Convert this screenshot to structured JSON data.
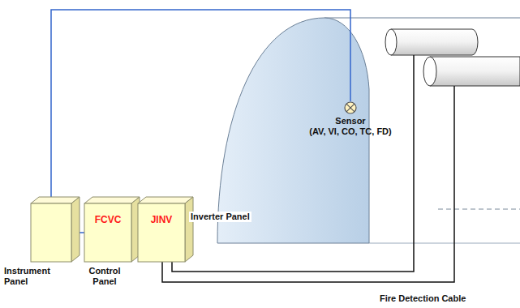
{
  "diagram": {
    "nodes": [
      {
        "text": [
          "Instrument Panel"
        ]
      },
      {
        "text": [
          "FCVC",
          "Control Panel"
        ]
      },
      {
        "text": [
          "JINV",
          "Inverter Panel"
        ]
      },
      {
        "text": [
          "Sensor",
          "(AV, VI, CO, TC, FD)"
        ]
      }
    ],
    "edges": [
      {
        "from": 0,
        "to": 1,
        "arrow": "none"
      },
      {
        "from": 1,
        "to": 2,
        "arrow": "none"
      },
      {
        "from": 0,
        "to": 3,
        "arrow": "none"
      }
    ],
    "labels": [
      "Fire Detection Cable"
    ]
  }
}
